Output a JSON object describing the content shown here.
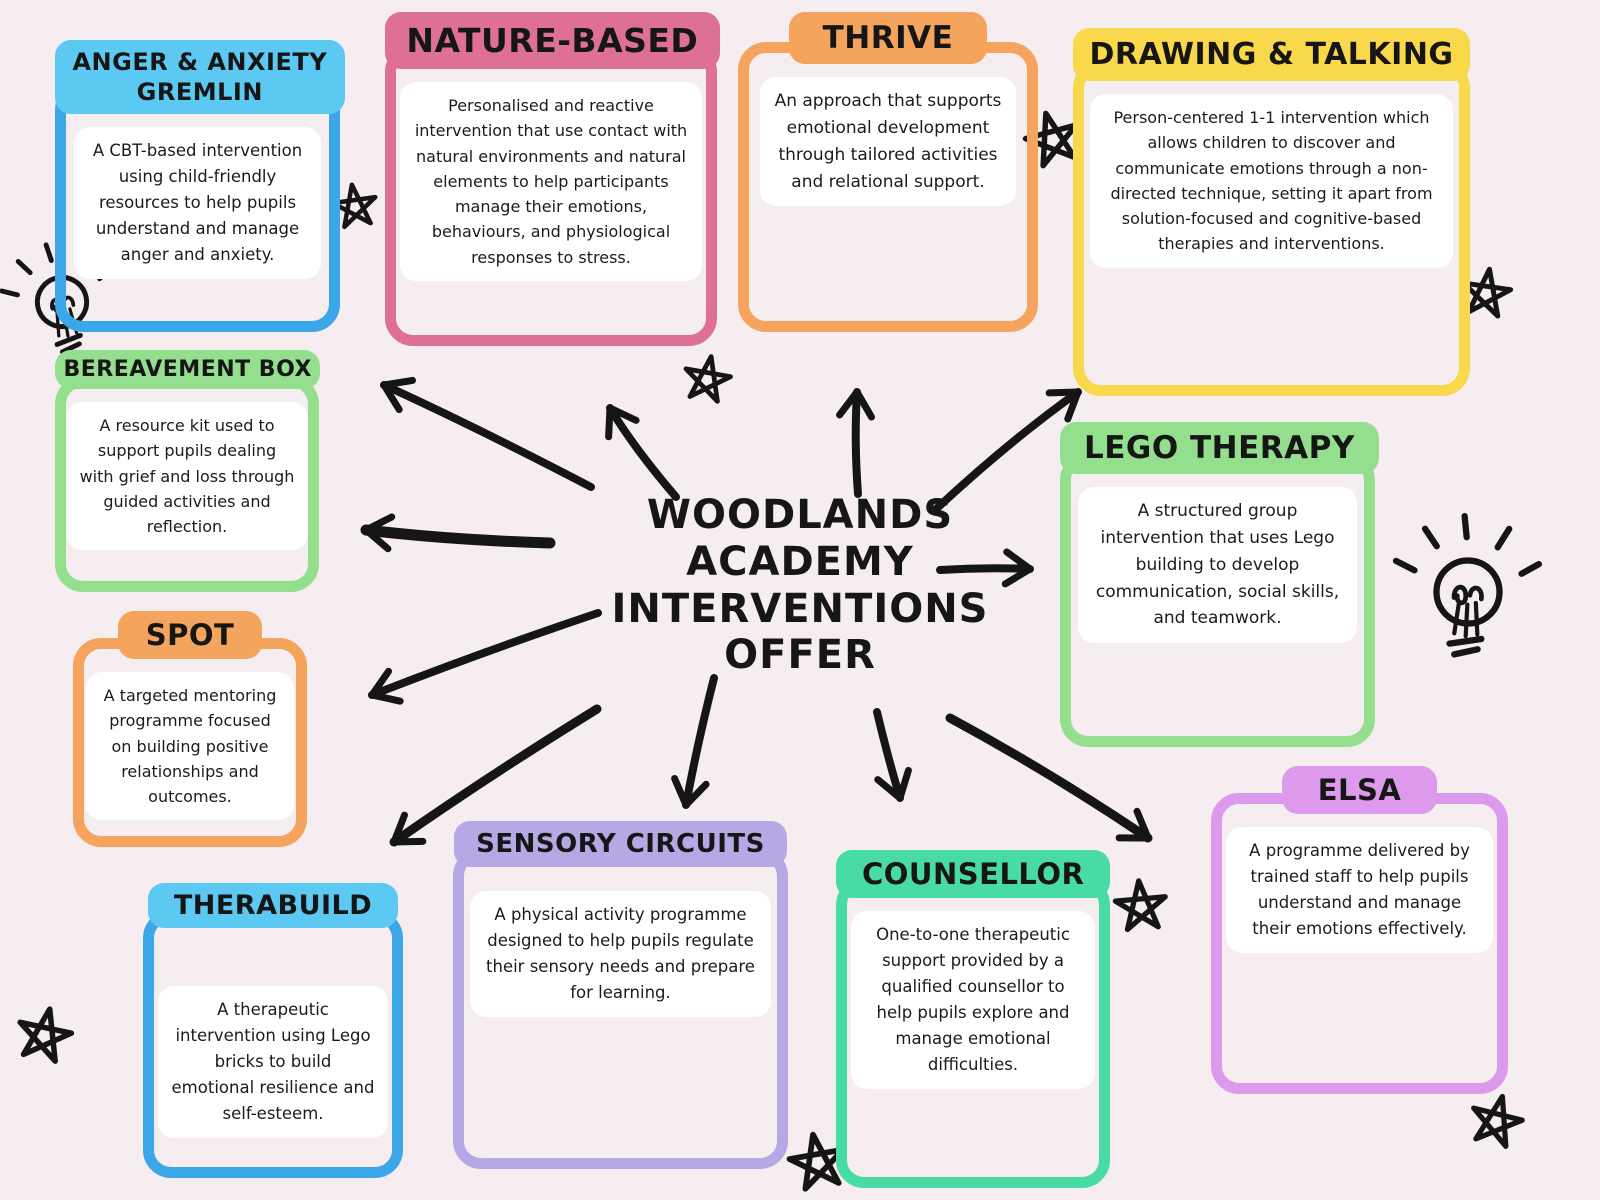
{
  "background_color": "#F6EDF1",
  "ink_color": "#151515",
  "center": {
    "title": "WOODLANDS\nACADEMY\nINTERVENTIONS\nOFFER"
  },
  "cards": [
    {
      "id": "anger-anxiety-gremlin",
      "title": "ANGER & ANXIETY\nGREMLIN",
      "body": "A CBT-based intervention using child-friendly resources to help pupils understand and manage anger and anxiety.",
      "frame_color": "#3BA7E9",
      "tab_color": "#5BC9F2"
    },
    {
      "id": "nature-based",
      "title": "NATURE-BASED",
      "body": "Personalised and reactive intervention that use contact with natural environments and natural elements to help participants manage their emotions, behaviours, and physiological responses to stress.",
      "frame_color": "#DE7193",
      "tab_color": "#DE7193"
    },
    {
      "id": "thrive",
      "title": "THRIVE",
      "body": "An approach that supports emotional development through tailored activities and relational support.",
      "frame_color": "#F4A45C",
      "tab_color": "#F4A45C"
    },
    {
      "id": "drawing-talking",
      "title": "DRAWING & TALKING",
      "body": "Person-centered 1-1 intervention which allows children to discover and communicate emotions through a non-directed technique, setting it apart from solution-focused and cognitive-based therapies and interventions.",
      "frame_color": "#F9D84C",
      "tab_color": "#F9D84C"
    },
    {
      "id": "bereavement-box",
      "title": "BEREAVEMENT BOX",
      "body": "A resource kit used to support pupils dealing with grief and loss through guided activities and reflection.",
      "frame_color": "#93DF8E",
      "tab_color": "#93DF8E"
    },
    {
      "id": "spot",
      "title": "SPOT",
      "body": "A targeted mentoring programme focused on building positive relationships and outcomes.",
      "frame_color": "#F4A45C",
      "tab_color": "#F4A45C"
    },
    {
      "id": "lego-therapy",
      "title": "LEGO THERAPY",
      "body": "A structured group intervention that uses Lego building to develop communication, social skills, and teamwork.",
      "frame_color": "#93DF8E",
      "tab_color": "#93DF8E"
    },
    {
      "id": "elsa",
      "title": "ELSA",
      "body": "A programme delivered by trained staff to help pupils understand and manage their emotions effectively.",
      "frame_color": "#DD99EC",
      "tab_color": "#DD99EC"
    },
    {
      "id": "therabuild",
      "title": "THERABUILD",
      "body": "A therapeutic intervention using Lego bricks to build emotional resilience and self-esteem.",
      "frame_color": "#3BA7E9",
      "tab_color": "#5BC9F2"
    },
    {
      "id": "sensory-circuits",
      "title": "SENSORY CIRCUITS",
      "body": "A physical activity programme designed to help pupils regulate their sensory needs and prepare for learning.",
      "frame_color": "#B6A7E5",
      "tab_color": "#B6A7E5"
    },
    {
      "id": "counsellor",
      "title": "COUNSELLOR",
      "body": "One-to-one therapeutic support provided by a qualified counsellor to help pupils explore and manage emotional difficulties.",
      "frame_color": "#49DBA4",
      "tab_color": "#49DBA4"
    }
  ],
  "decorations": {
    "star_icons": 8,
    "lightbulb_icons": 2
  }
}
